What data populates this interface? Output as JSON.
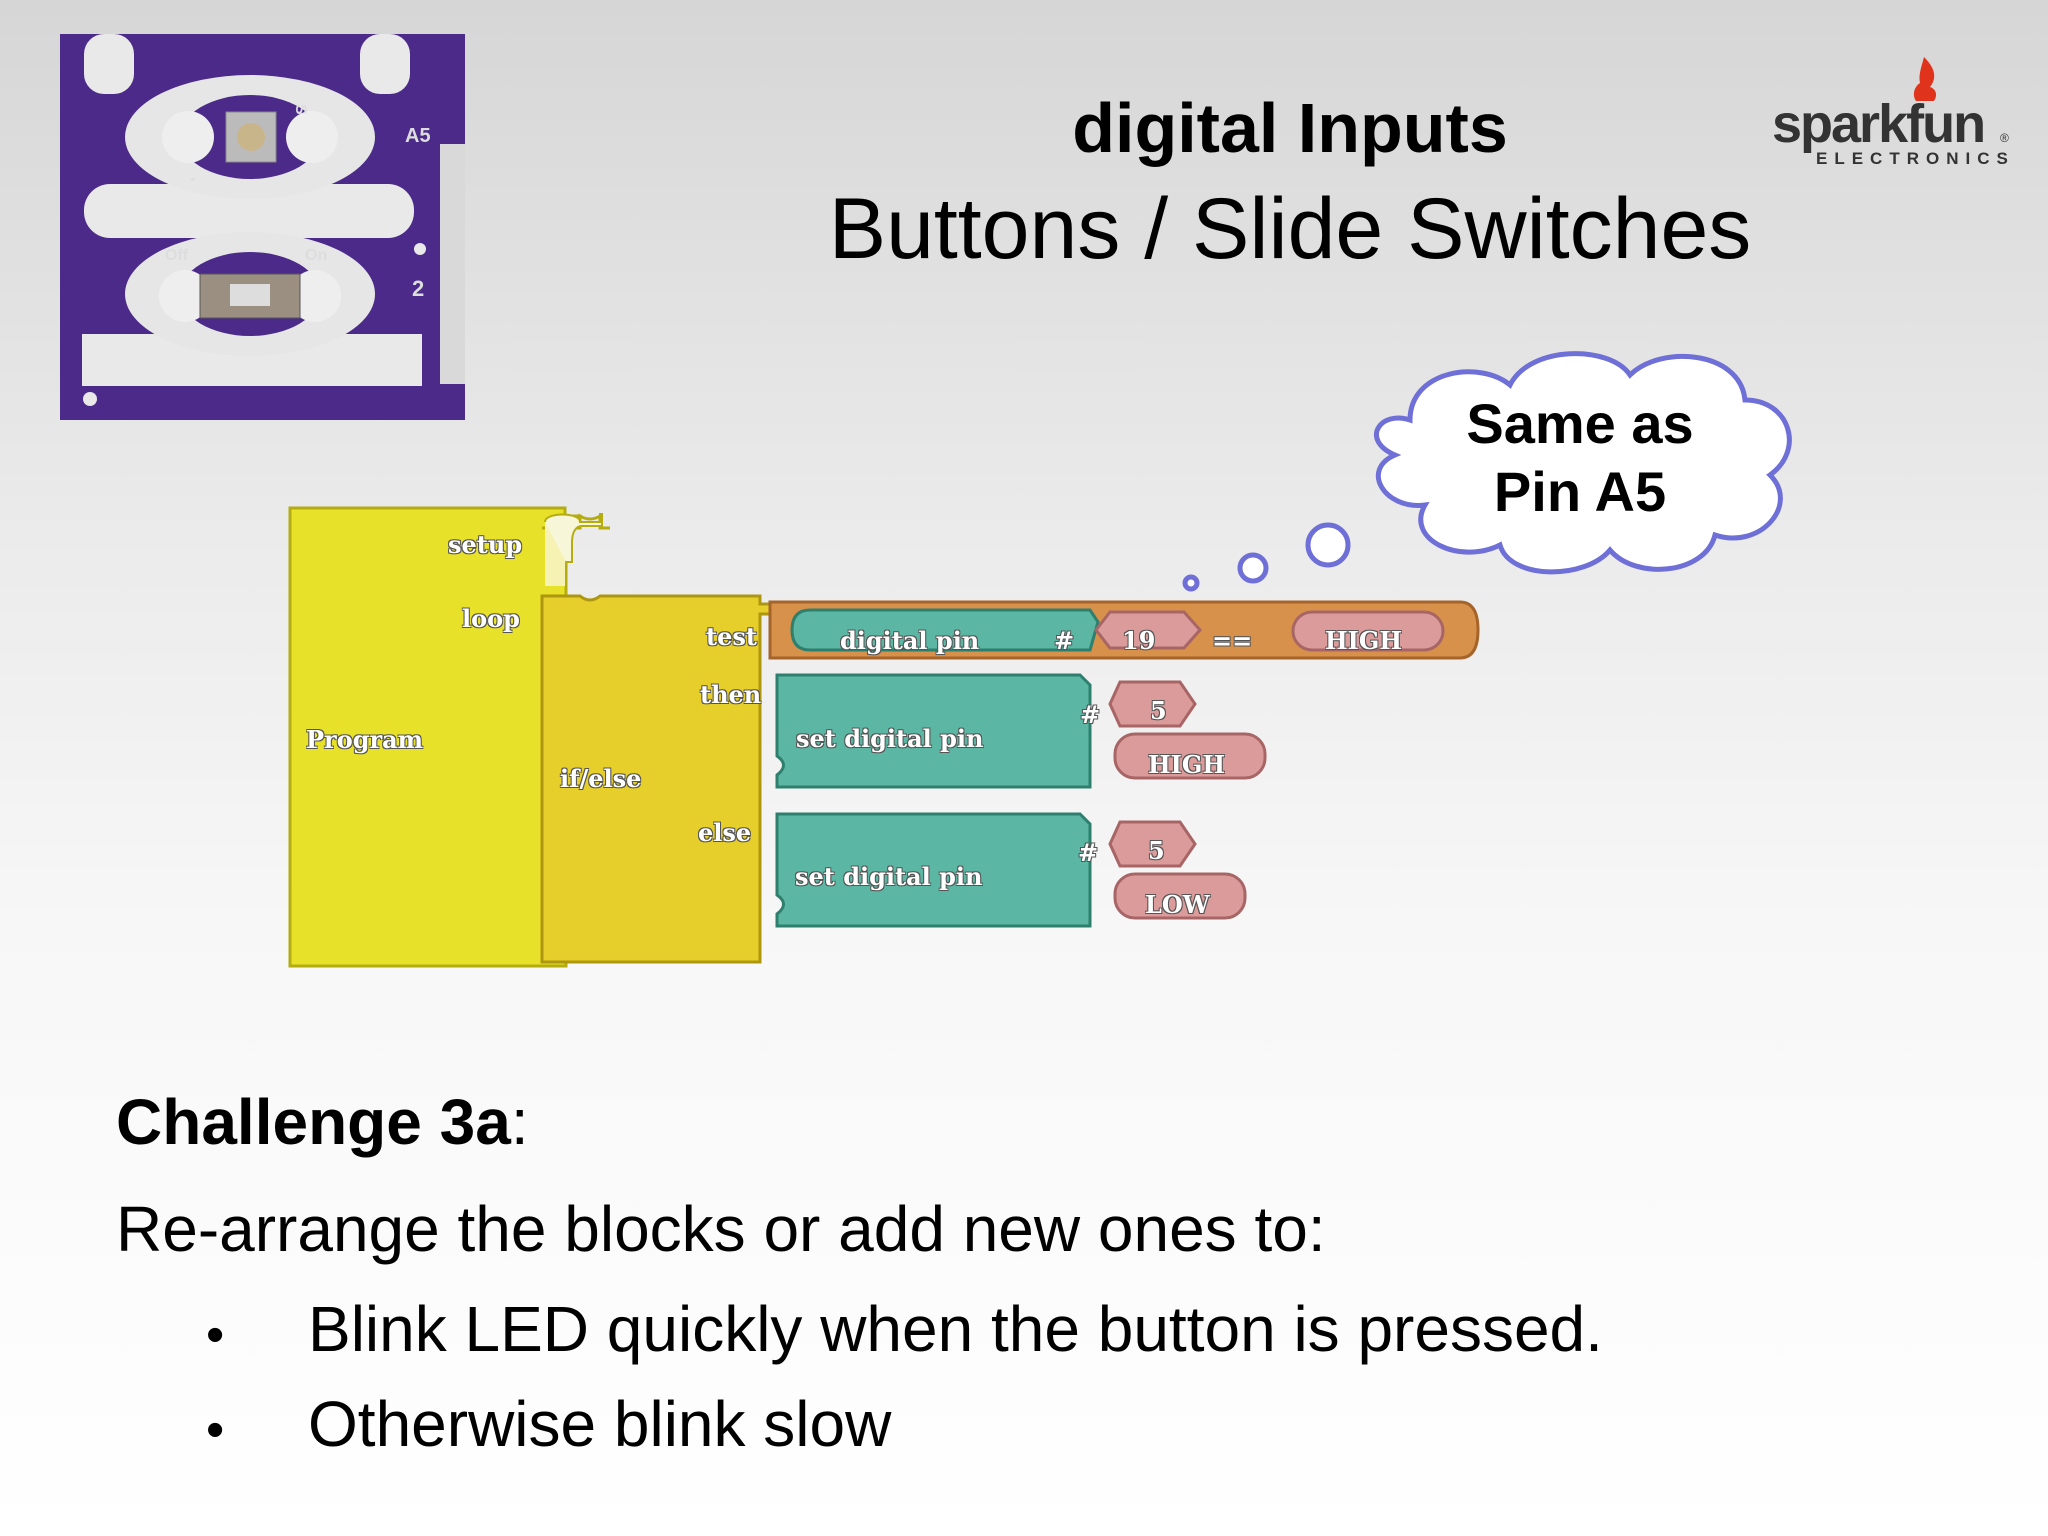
{
  "slide": {
    "title_line1": "digital Inputs",
    "title_line2": "Buttons / Slide Switches",
    "logo_text": "sparkfun",
    "logo_subtext": "ELECTRONICS",
    "logo_reg": "®"
  },
  "board": {
    "labels": {
      "a5": "A5",
      "pin2": "2",
      "off": "Off",
      "on": "On",
      "s": "S",
      "minus": "-"
    }
  },
  "cloud": {
    "line1": "Same as",
    "line2": "Pin A5"
  },
  "blocks": {
    "program": "Program",
    "setup": "setup",
    "loop": "loop",
    "ifelse": "if/else",
    "test": "test",
    "then": "then",
    "else": "else",
    "digital_pin": "digital pin",
    "hash1": "#",
    "pin_value1": "19",
    "eq": "==",
    "high1": "HIGH",
    "set_digital_pin1": "set digital pin",
    "hash2": "#",
    "pin_value2": "5",
    "high2": "HIGH",
    "set_digital_pin2": "set digital pin",
    "hash3": "#",
    "pin_value3": "5",
    "low": "LOW"
  },
  "challenge": {
    "title_bold": "Challenge 3a",
    "title_colon": ":",
    "intro": "Re-arrange the blocks or add new ones to:",
    "bullet_char": "•",
    "bullets": [
      "Blink LED quickly when the button is pressed.",
      "Otherwise blink slow"
    ]
  },
  "colors": {
    "program_yellow": "#e8e12a",
    "ifelse_yellow": "#e6cf2a",
    "teal": "#5bb7a3",
    "orange": "#d8914a",
    "pink": "#dc9b9b",
    "cloud_stroke": "#6f6fd8",
    "board_purple": "#4b2a8a"
  }
}
